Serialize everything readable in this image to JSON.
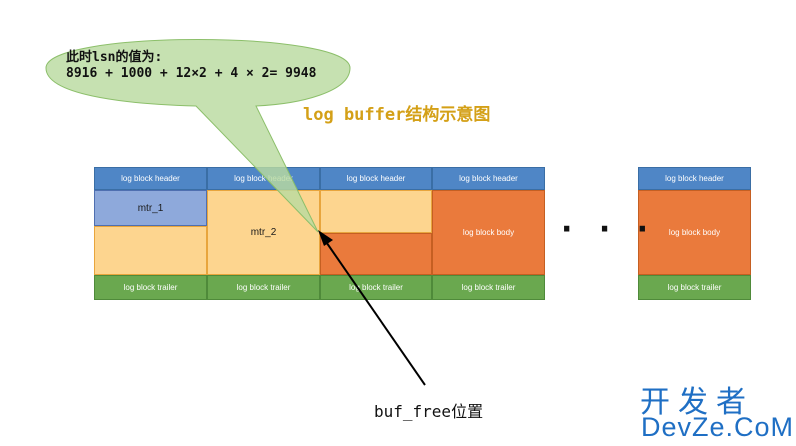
{
  "title": "log buffer结构示意图",
  "bubble": {
    "line1": "此时lsn的值为:",
    "line2": "8916 + 1000 + 12×2 + 4 × 2= 9948"
  },
  "labels": {
    "header": "log block header",
    "trailer": "log block trailer",
    "body": "log block body",
    "mtr1": "mtr_1",
    "mtr2": "mtr_2",
    "dots": "· · ·",
    "pointer": "buf_free位置"
  },
  "watermark": {
    "logo_cn": "开发者",
    "logo_en": "DevZe.CoM"
  },
  "colors": {
    "header": "#4f86c6",
    "trailer": "#6aa84f",
    "body": "#ea7a3c",
    "filled": "#fdd58f",
    "mtr1": "#8ea9db",
    "bubble": "#b9dba0",
    "title": "#d4a017",
    "watermark": "#1f6fc4"
  }
}
